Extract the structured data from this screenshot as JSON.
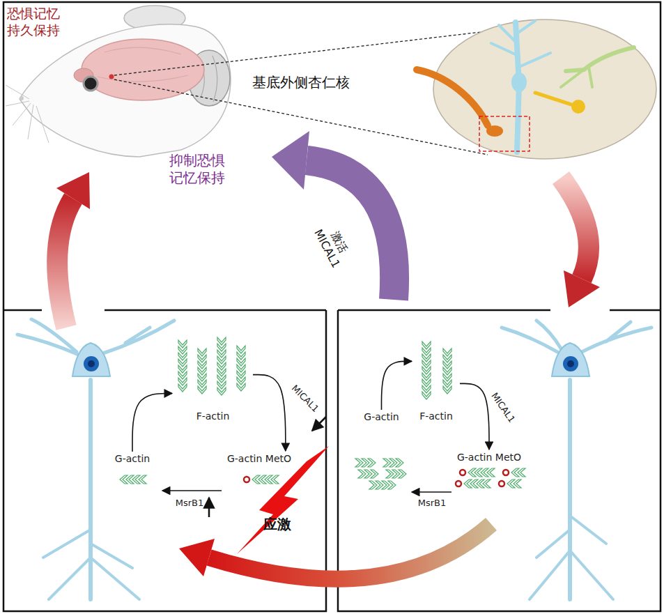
{
  "diagram": {
    "nodes": [
      {
        "text": [
          "F-actin"
        ]
      },
      {
        "text": [
          "G-actin"
        ]
      },
      {
        "text": [
          "G-actin MetO"
        ]
      },
      {
        "text": [
          "F-actin"
        ]
      },
      {
        "text": [
          "G-actin"
        ]
      },
      {
        "text": [
          "G-actin MetO"
        ]
      }
    ],
    "edges": [
      {
        "from": 1,
        "to": 0,
        "arrow": "to"
      },
      {
        "from": 0,
        "to": 2,
        "label": "MICAL1",
        "arrow": "to"
      },
      {
        "from": 2,
        "to": 1,
        "label": "MsrB1",
        "arrow": "to"
      },
      {
        "from": 4,
        "to": 3,
        "arrow": "to"
      },
      {
        "from": 3,
        "to": 5,
        "label": "MICAL1",
        "arrow": "to"
      },
      {
        "from": 5,
        "to": 4,
        "label": "MsrB1",
        "arrow": "to"
      }
    ],
    "labels": [
      "恐惧记忆 持久保持",
      "基底外侧杏仁核",
      "抑制恐惧 记忆保持",
      "激活 MICAL1",
      "应激"
    ]
  }
}
